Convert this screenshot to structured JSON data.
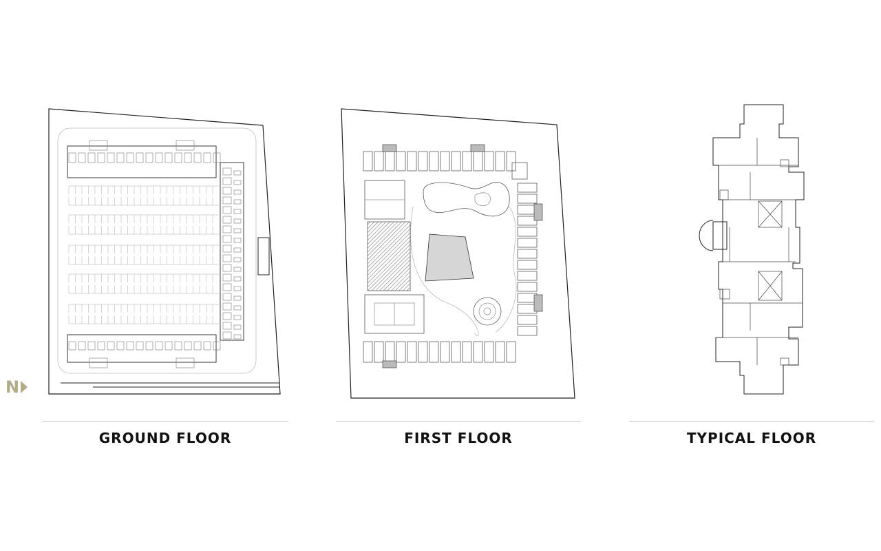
{
  "plans": [
    {
      "label": "GROUND FLOOR"
    },
    {
      "label": "FIRST FLOOR"
    },
    {
      "label": "TYPICAL FLOOR"
    }
  ],
  "north_arrow": {
    "letter": "N"
  },
  "colors": {
    "line": "#222222",
    "fine": "#8a8a8a",
    "divider": "#c4c4c4",
    "north": "#b2ab88"
  }
}
